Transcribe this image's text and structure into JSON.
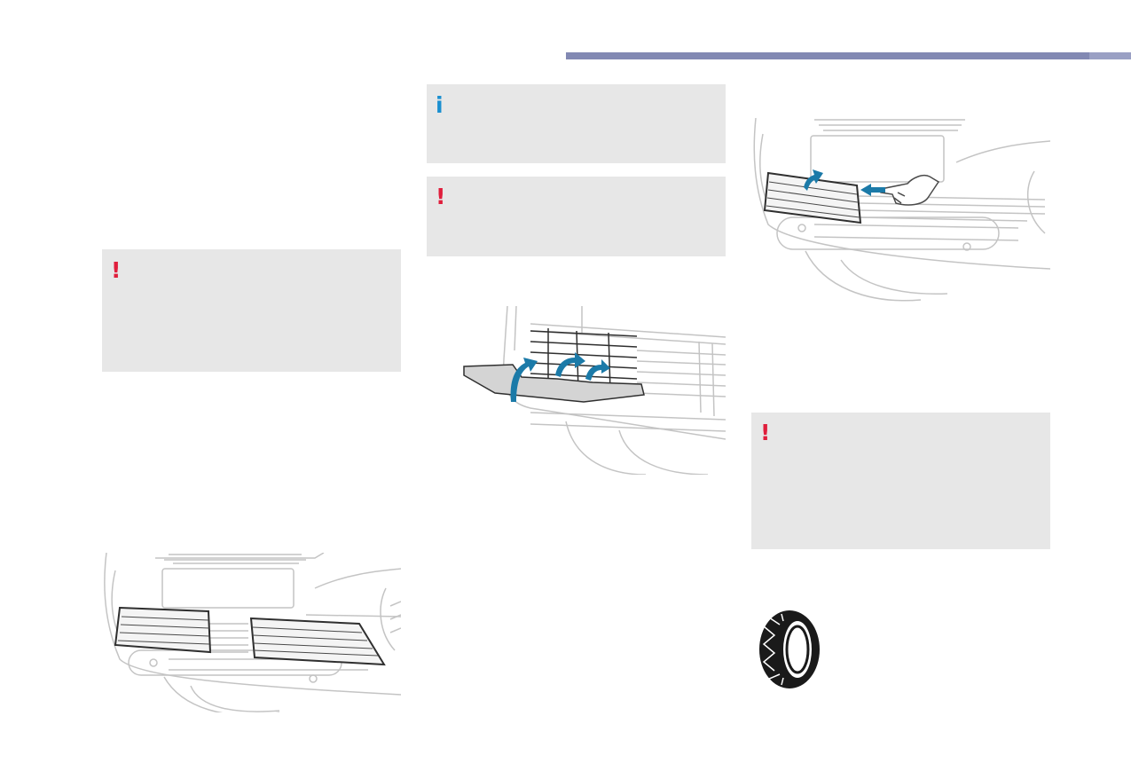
{
  "header": {
    "accent_color": "#8289b3"
  },
  "callouts": [
    {
      "id": "warning-1",
      "kind": "warning",
      "glyph": "!",
      "color": "#e01e3c"
    },
    {
      "id": "info-1",
      "kind": "info",
      "glyph": "i",
      "color": "#1a8fd0"
    },
    {
      "id": "warning-2",
      "kind": "warning",
      "glyph": "!",
      "color": "#e01e3c"
    },
    {
      "id": "warning-3",
      "kind": "warning",
      "glyph": "!",
      "color": "#e01e3c"
    }
  ],
  "illustrations": [
    {
      "id": "bumper-covers-fitted",
      "icon": "car-front-bumper-two-grille-covers"
    },
    {
      "id": "cover-clip-removal",
      "icon": "grille-cover-clips-with-arrows"
    },
    {
      "id": "cover-push-release",
      "icon": "hand-pushing-grille-cover"
    },
    {
      "id": "snow-chains",
      "icon": "snow-chain-tyre-icon"
    }
  ],
  "colors": {
    "panel_bg": "#e7e7e7",
    "arrow": "#1b7aa8",
    "line_art": "#c4c4c4"
  }
}
